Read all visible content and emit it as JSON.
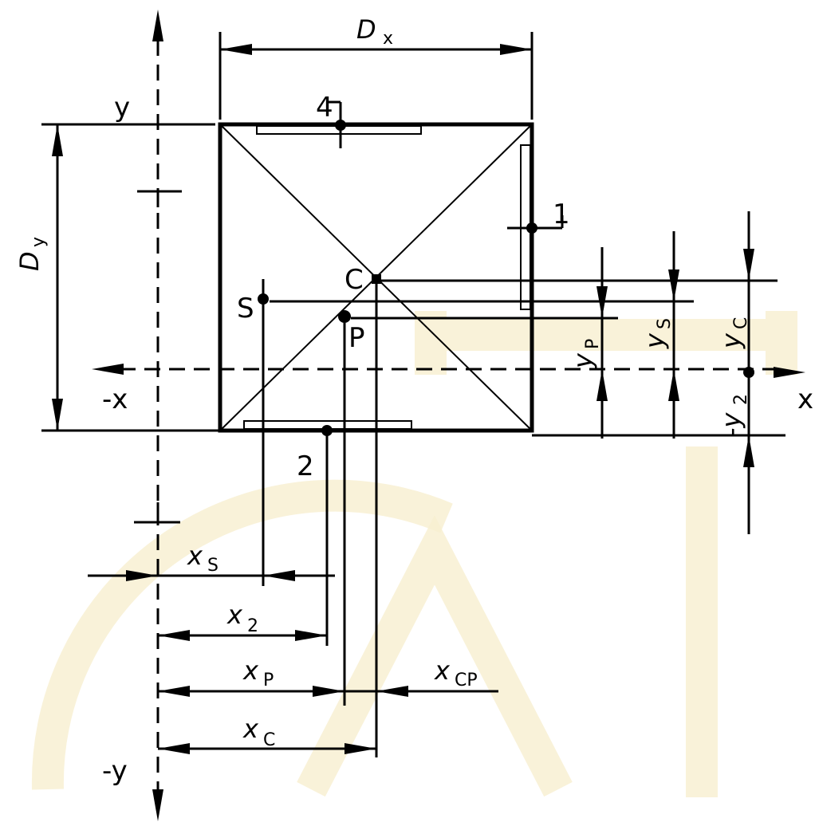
{
  "labels": {
    "dx_main": "D",
    "dx_sub": "x",
    "dy_main": "D",
    "dy_sub": "y",
    "axis_y": "y",
    "axis_neg_y": "-y",
    "axis_x": "x",
    "axis_neg_x": "-x",
    "pt_1": "1",
    "pt_2": "2",
    "pt_4": "4",
    "pt_c": "C",
    "pt_s": "S",
    "pt_p": "P",
    "xs_main": "x",
    "xs_sub": "S",
    "x2_main": "x",
    "x2_sub": "2",
    "xp_main": "x",
    "xp_sub": "P",
    "xcp_main": "x",
    "xcp_sub": "CP",
    "xc_main": "x",
    "xc_sub": "C",
    "yp_main": "y",
    "yp_sub": "P",
    "ys_main": "y",
    "ys_sub": "S",
    "yc_main": "y",
    "yc_sub": "C",
    "y2_main": "-y",
    "y2_sub": "2"
  }
}
